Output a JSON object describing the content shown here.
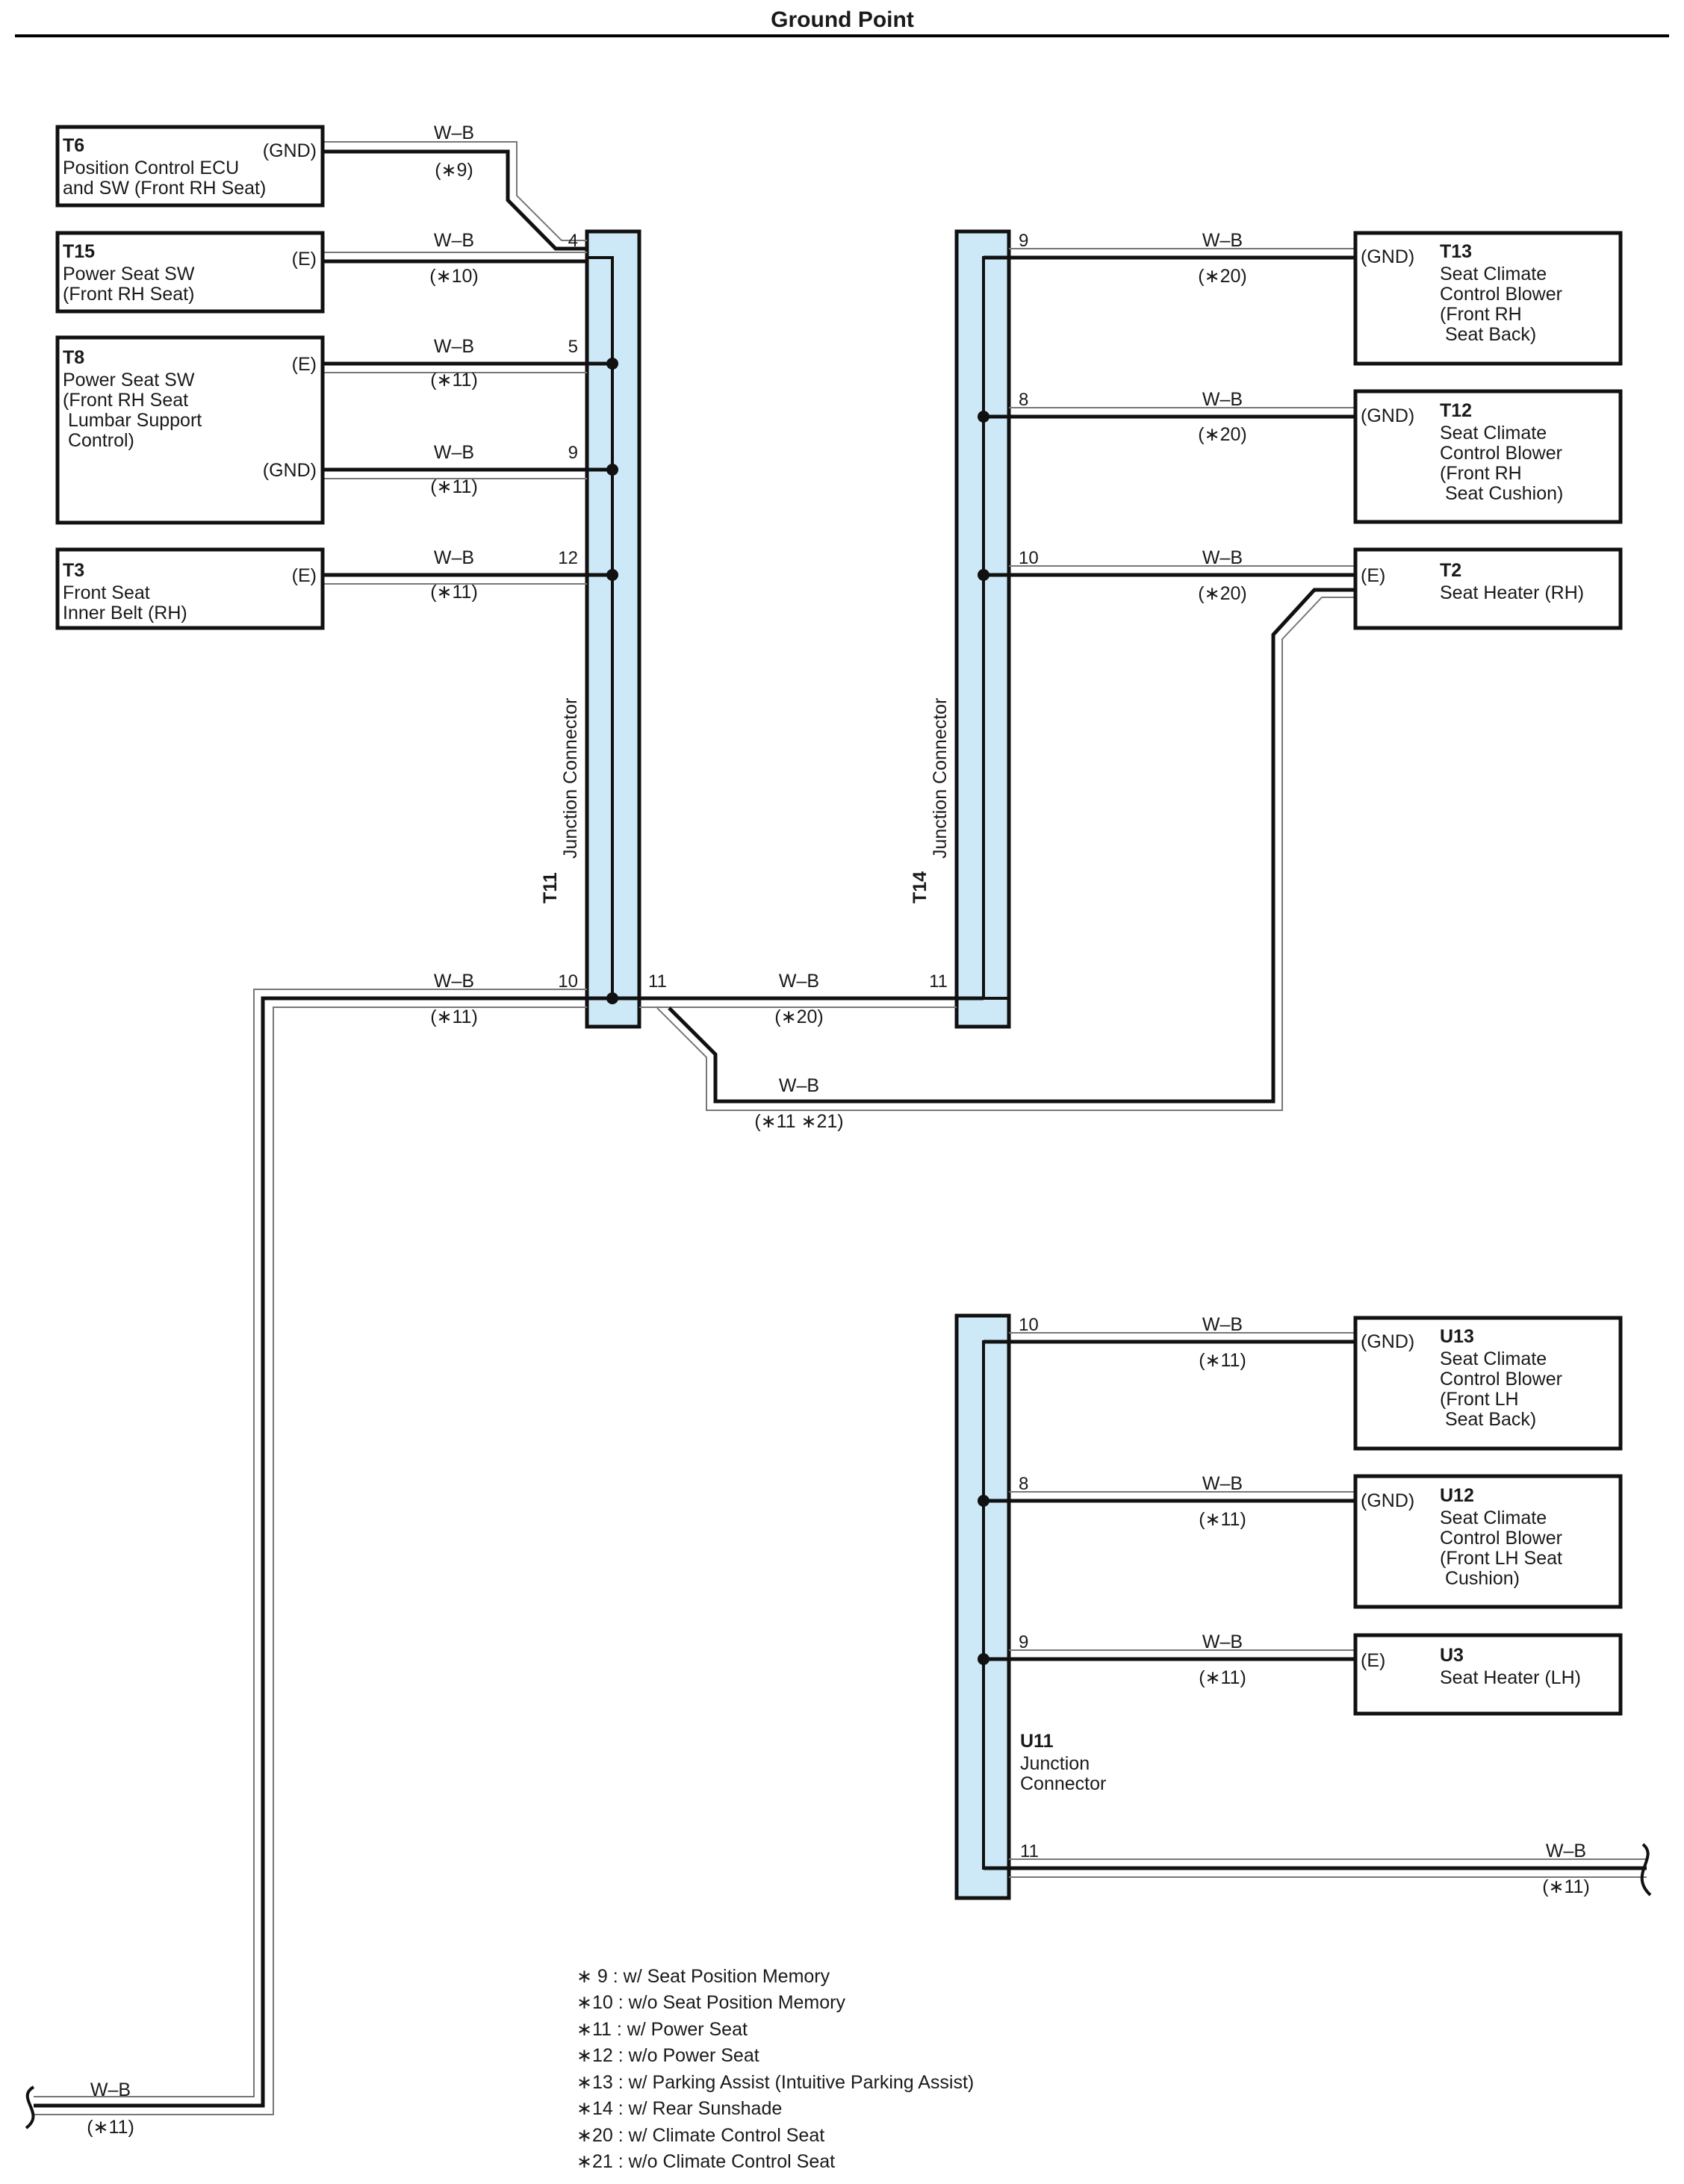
{
  "title": "Ground Point",
  "colors": {
    "junction_fill": "#cde9f7",
    "wire": "#111111",
    "line": "#000000"
  },
  "wire_color": "W–B",
  "components": {
    "T6": {
      "code": "T6",
      "lines": [
        "Position Control ECU",
        "and SW (Front RH Seat)"
      ],
      "terminal": "(GND)"
    },
    "T15": {
      "code": "T15",
      "lines": [
        "Power Seat SW",
        "(Front RH Seat)"
      ],
      "terminal": "(E)"
    },
    "T8": {
      "code": "T8",
      "lines": [
        "Power Seat SW",
        "(Front RH Seat",
        " Lumbar Support",
        " Control)"
      ],
      "terminal_e": "(E)",
      "terminal_gnd": "(GND)"
    },
    "T3": {
      "code": "T3",
      "lines": [
        "Front Seat",
        "Inner Belt (RH)"
      ],
      "terminal": "(E)"
    },
    "T13": {
      "code": "T13",
      "lines": [
        "Seat Climate",
        "Control Blower",
        "(Front RH",
        " Seat Back)"
      ],
      "terminal": "(GND)"
    },
    "T12": {
      "code": "T12",
      "lines": [
        "Seat Climate",
        "Control Blower",
        "(Front RH",
        " Seat Cushion)"
      ],
      "terminal": "(GND)"
    },
    "T2": {
      "code": "T2",
      "lines": [
        "Seat Heater (RH)"
      ],
      "terminal": "(E)"
    },
    "U13": {
      "code": "U13",
      "lines": [
        "Seat Climate",
        "Control Blower",
        "(Front LH",
        " Seat Back)"
      ],
      "terminal": "(GND)"
    },
    "U12": {
      "code": "U12",
      "lines": [
        "Seat Climate",
        "Control Blower",
        "(Front LH Seat",
        " Cushion)"
      ],
      "terminal": "(GND)"
    },
    "U3": {
      "code": "U3",
      "lines": [
        "Seat Heater (LH)"
      ],
      "terminal": "(E)"
    }
  },
  "junctions": {
    "T11": {
      "code": "T11",
      "label": "Junction Connector"
    },
    "T14": {
      "code": "T14",
      "label": "Junction Connector"
    },
    "U11": {
      "code": "U11",
      "lines": [
        "Junction",
        "Connector"
      ]
    }
  },
  "wires": {
    "t6": {
      "pin": "",
      "note": "(∗9)"
    },
    "t15": {
      "pin": "4",
      "note": "(∗10)"
    },
    "t8e": {
      "pin": "5",
      "note": "(∗11)"
    },
    "t8g": {
      "pin": "9",
      "note": "(∗11)"
    },
    "t3": {
      "pin": "12",
      "note": "(∗11)"
    },
    "t11_10": {
      "pin": "10",
      "note": "(∗11)"
    },
    "t11_11": {
      "pin": "11"
    },
    "t14_11": {
      "pin": "11",
      "note": "(∗20)"
    },
    "bypass": {
      "note": "(∗11 ∗21)"
    },
    "t13": {
      "pin": "9",
      "note": "(∗20)"
    },
    "t12": {
      "pin": "8",
      "note": "(∗20)"
    },
    "t2": {
      "pin": "10",
      "note": "(∗20)"
    },
    "u13": {
      "pin": "10",
      "note": "(∗11)"
    },
    "u12": {
      "pin": "8",
      "note": "(∗11)"
    },
    "u3": {
      "pin": "9",
      "note": "(∗11)"
    },
    "u11_out": {
      "pin": "11",
      "note": "(∗11)"
    },
    "bottom_left": {
      "note": "(∗11)"
    }
  },
  "footnotes": [
    "∗ 9 : w/ Seat Position Memory",
    "∗10 : w/o Seat Position Memory",
    "∗11 : w/ Power Seat",
    "∗12 : w/o Power Seat",
    "∗13 : w/ Parking Assist (Intuitive Parking Assist)",
    "∗14 : w/ Rear Sunshade",
    "∗20 : w/ Climate Control Seat",
    "∗21 : w/o Climate Control Seat"
  ]
}
